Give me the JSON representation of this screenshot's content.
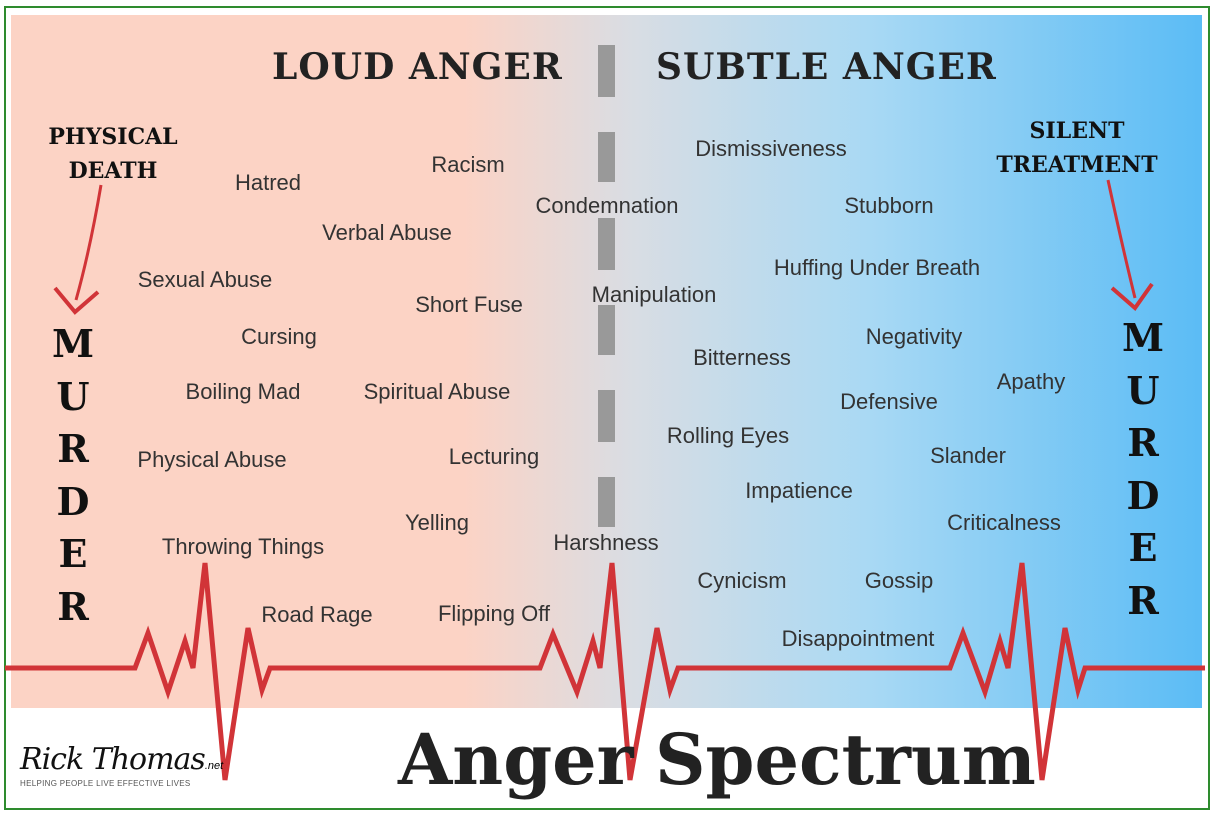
{
  "headings": {
    "loud": "LOUD ANGER",
    "subtle": "SUBTLE ANGER"
  },
  "left_label": {
    "line1": "PHYSICAL",
    "line2": "DEATH"
  },
  "right_label": {
    "line1": "SILENT",
    "line2": "TREATMENT"
  },
  "murder_letters": [
    "M",
    "U",
    "R",
    "D",
    "E",
    "R"
  ],
  "words": [
    "Hatred",
    "Racism",
    "Condemnation",
    "Verbal Abuse",
    "Sexual Abuse",
    "Short Fuse",
    "Cursing",
    "Boiling Mad",
    "Spiritual Abuse",
    "Physical Abuse",
    "Lecturing",
    "Yelling",
    "Throwing Things",
    "Harshness",
    "Road Rage",
    "Flipping Off",
    "Dismissiveness",
    "Stubborn",
    "Huffing Under Breath",
    "Manipulation",
    "Negativity",
    "Bitterness",
    "Apathy",
    "Defensive",
    "Rolling Eyes",
    "Slander",
    "Impatience",
    "Criticalness",
    "Cynicism",
    "Gossip",
    "Disappointment"
  ],
  "title": {
    "word1": "Anger",
    "word2": "Spectrum"
  },
  "logo": {
    "name": "Rick Thomas",
    "suffix": ".net",
    "tagline": "HELPING PEOPLE LIVE EFFECTIVE LIVES"
  },
  "colors": {
    "loud": "#fcd3c5",
    "subtle": "#5bbcf5",
    "pulse": "#d13438",
    "border": "#2e8b2e"
  }
}
